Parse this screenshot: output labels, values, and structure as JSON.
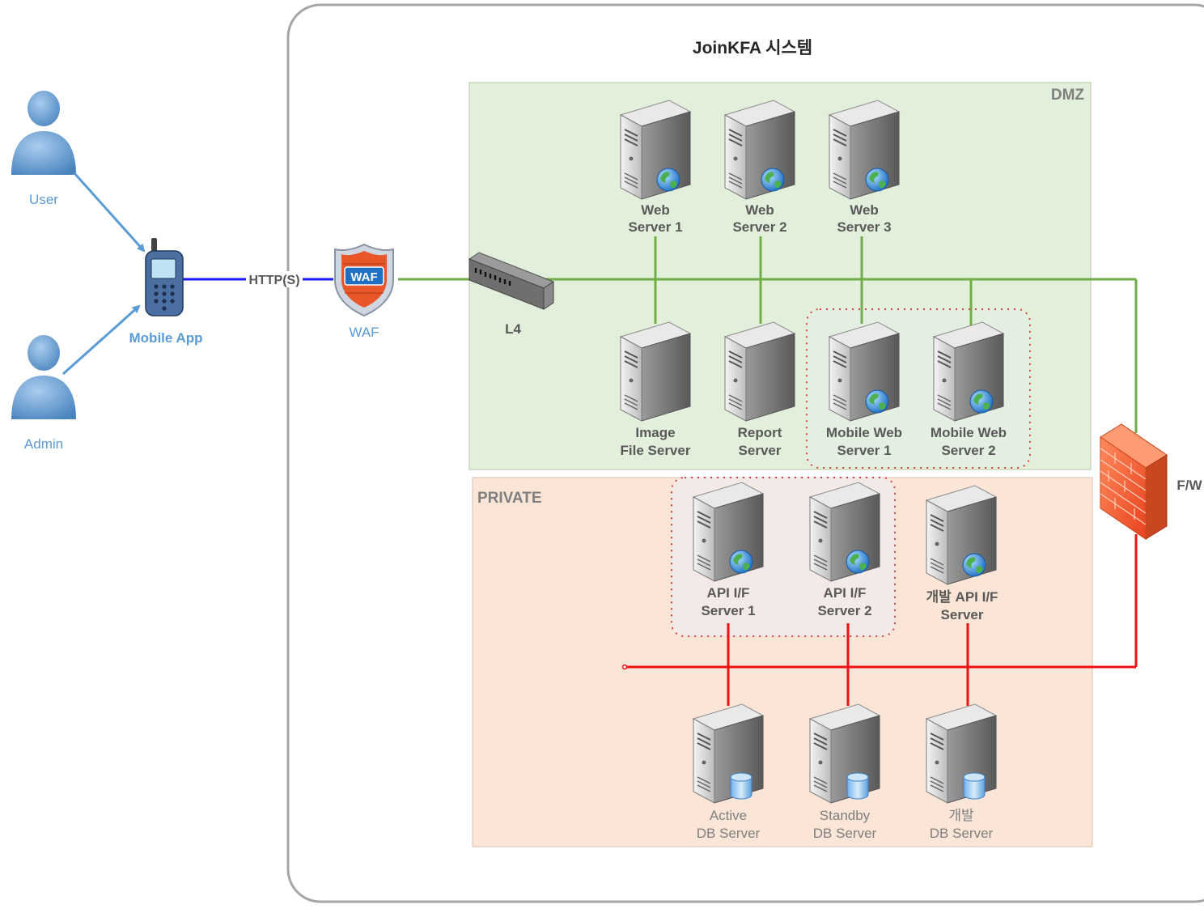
{
  "system": {
    "title": "JoinKFA 시스템"
  },
  "zones": {
    "dmz": "DMZ",
    "private": "PRIVATE"
  },
  "actors": {
    "user": "User",
    "admin": "Admin"
  },
  "mobile_app": "Mobile App",
  "protocol": "HTTP(S)",
  "waf": {
    "badge": "WAF",
    "label": "WAF"
  },
  "l4": "L4",
  "firewall": "F/W",
  "dmz_servers": [
    {
      "line1": "Web",
      "line2": "Server 1"
    },
    {
      "line1": "Web",
      "line2": "Server 2"
    },
    {
      "line1": "Web",
      "line2": "Server 3"
    },
    {
      "line1": "Image",
      "line2": "File Server"
    },
    {
      "line1": "Report",
      "line2": "Server"
    },
    {
      "line1": "Mobile Web",
      "line2": "Server 1"
    },
    {
      "line1": "Mobile Web",
      "line2": "Server 2"
    }
  ],
  "private_servers": [
    {
      "line1": "API I/F",
      "line2": "Server 1"
    },
    {
      "line1": "API I/F",
      "line2": "Server 2"
    },
    {
      "line1": "개발 API I/F",
      "line2": "Server"
    }
  ],
  "db_servers": [
    {
      "line1": "Active",
      "line2": "DB Server"
    },
    {
      "line1": "Standby",
      "line2": "DB Server"
    },
    {
      "line1": "개발",
      "line2": "DB Server"
    }
  ],
  "colors": {
    "dmz_fill": "#e2efda",
    "private_fill": "#fbe5d6",
    "dmz_link": "#70ad47",
    "private_link": "#ee1111",
    "client_link": "#1a1aff",
    "user_arrow": "#5b9bd5",
    "cluster_border": "#d9403a"
  }
}
